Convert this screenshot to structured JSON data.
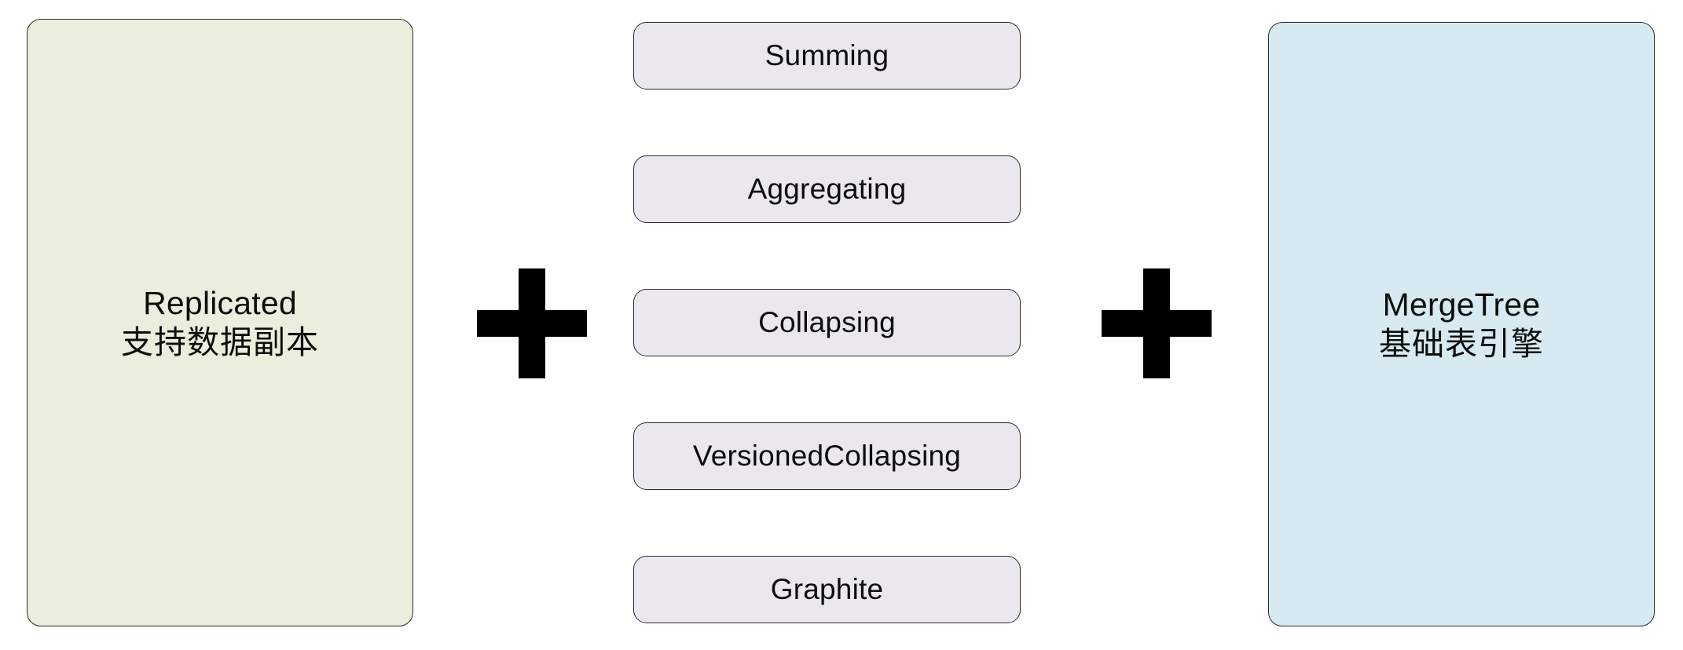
{
  "diagram": {
    "type": "composition-formula",
    "expression": "Replicated + <engine modifier> + MergeTree",
    "left_panel": {
      "name": "replicated-engine-panel",
      "title": "Replicated",
      "subtitle": "支持数据副本",
      "fill_color": "#e9efdd",
      "border_color": "#2b2b2b"
    },
    "right_panel": {
      "name": "mergetree-engine-panel",
      "title": "MergeTree",
      "subtitle": "基础表引擎",
      "fill_color": "#d7eaf2",
      "border_color": "#2b2b2b"
    },
    "operators": [
      {
        "name": "plus-operator-left",
        "symbol": "+"
      },
      {
        "name": "plus-operator-right",
        "symbol": "+"
      }
    ],
    "engine_variants": {
      "fill_color": "#eae7ef",
      "border_color": "#2b2b2b",
      "items": [
        {
          "label": "Summing"
        },
        {
          "label": "Aggregating"
        },
        {
          "label": "Collapsing"
        },
        {
          "label": "VersionedCollapsing"
        },
        {
          "label": "Graphite"
        }
      ]
    }
  }
}
